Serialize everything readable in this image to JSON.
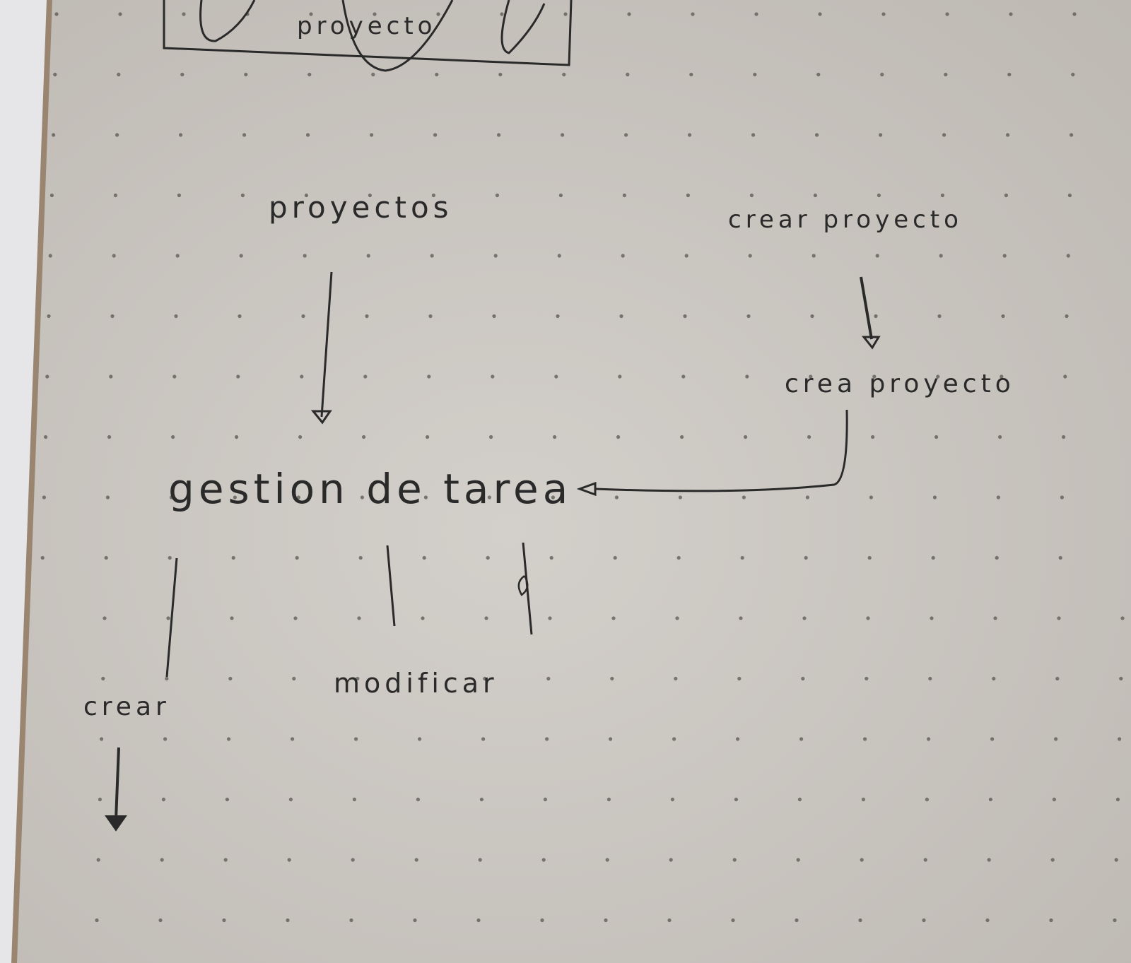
{
  "nodes": {
    "top_box": {
      "label": "proyecto"
    },
    "proyectos": {
      "label": "proyectos"
    },
    "crear_proyecto": {
      "label": "crear proyecto"
    },
    "crea_proyecto": {
      "label": "crea proyecto"
    },
    "gestion": {
      "label": "gestion de tarea"
    },
    "crear": {
      "label": "crear"
    },
    "modificar": {
      "label": "modificar"
    }
  },
  "colors": {
    "paper": "#c9c5c0",
    "paper_light": "#d3cfca",
    "ink": "#2a2a2a",
    "dot": "#5a5650",
    "page_edge_bg": "#e6e6e8",
    "page_edge_line": "#9a8570"
  }
}
